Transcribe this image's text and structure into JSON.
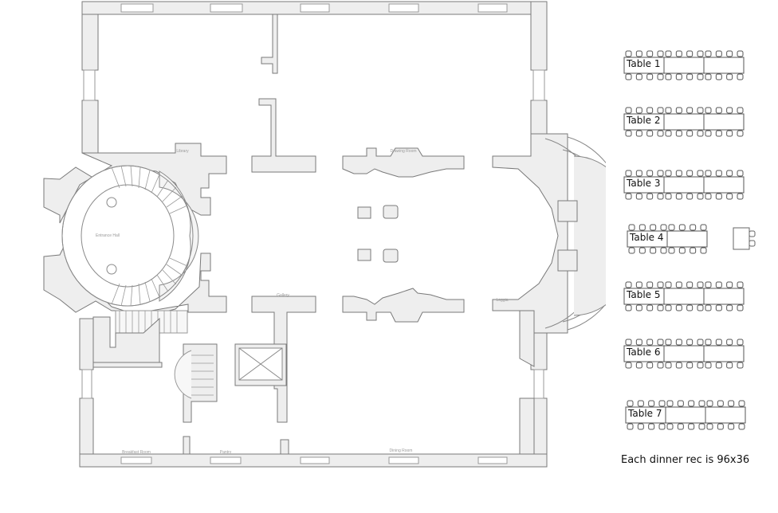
{
  "floorplan": {
    "rooms": {
      "library": "Library",
      "drawing_room": "Drawing Room",
      "entrance_hall": "Entrance Hall",
      "gallery": "Gallery",
      "loggia": "Loggia",
      "breakfast_room": "Breakfast Room",
      "pantry": "Pantry",
      "dining_room": "Dining Room"
    }
  },
  "tables": [
    {
      "label": "Table 1",
      "segments": 3,
      "chairs_per_side": 12
    },
    {
      "label": "Table 2",
      "segments": 3,
      "chairs_per_side": 12
    },
    {
      "label": "Table 3",
      "segments": 3,
      "chairs_per_side": 12
    },
    {
      "label": "Table 4",
      "segments": 2,
      "chairs_per_side": 8,
      "extra_small_table": true
    },
    {
      "label": "Table 5",
      "segments": 3,
      "chairs_per_side": 12
    },
    {
      "label": "Table 6",
      "segments": 3,
      "chairs_per_side": 12
    },
    {
      "label": "Table 7",
      "segments": 3,
      "chairs_per_side": 12
    }
  ],
  "note": "Each dinner rec is 96x36"
}
